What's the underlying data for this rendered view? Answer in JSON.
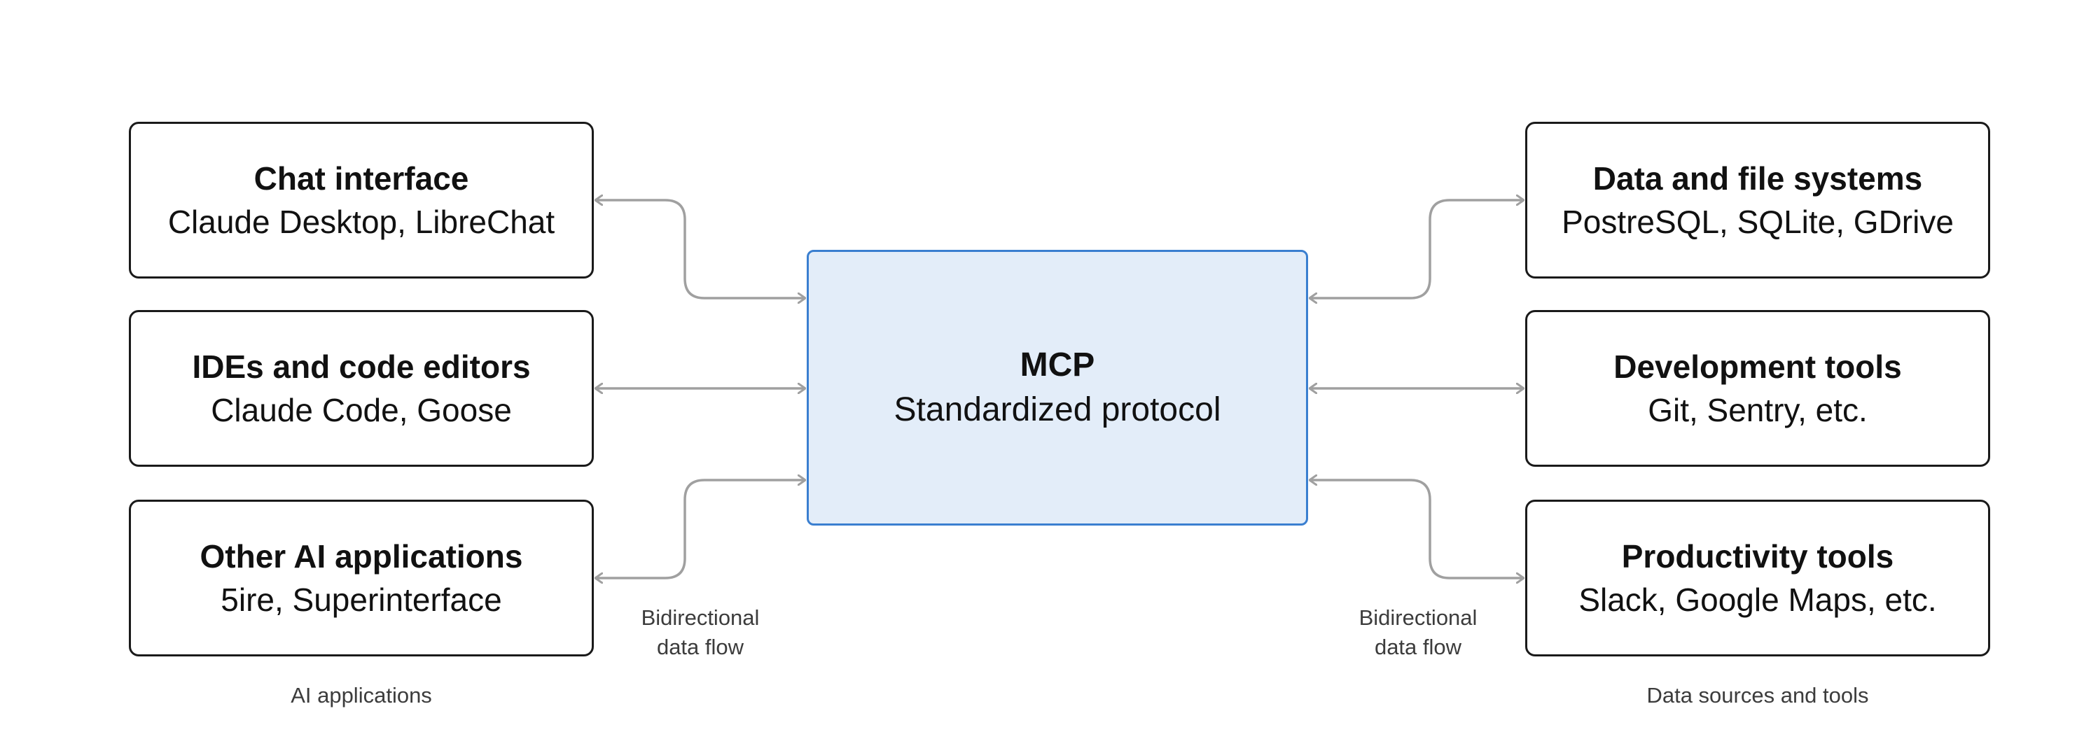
{
  "center": {
    "title": "MCP",
    "subtitle": "Standardized protocol"
  },
  "left_group": {
    "caption": "AI applications",
    "items": [
      {
        "title": "Chat interface",
        "subtitle": "Claude Desktop, LibreChat"
      },
      {
        "title": "IDEs and code editors",
        "subtitle": "Claude Code, Goose"
      },
      {
        "title": "Other AI applications",
        "subtitle": "5ire, Superinterface"
      }
    ]
  },
  "right_group": {
    "caption": "Data sources and tools",
    "items": [
      {
        "title": "Data and file systems",
        "subtitle": "PostreSQL, SQLite, GDrive"
      },
      {
        "title": "Development tools",
        "subtitle": "Git, Sentry, etc."
      },
      {
        "title": "Productivity tools",
        "subtitle": "Slack, Google Maps, etc."
      }
    ]
  },
  "flow_labels": {
    "left": [
      "Bidirectional",
      "data flow"
    ],
    "right": [
      "Bidirectional",
      "data flow"
    ]
  },
  "colors": {
    "center_fill": "#e3edf9",
    "center_border": "#3a7fd0",
    "box_border": "#1a1a1a",
    "connector": "#a0a0a0"
  }
}
